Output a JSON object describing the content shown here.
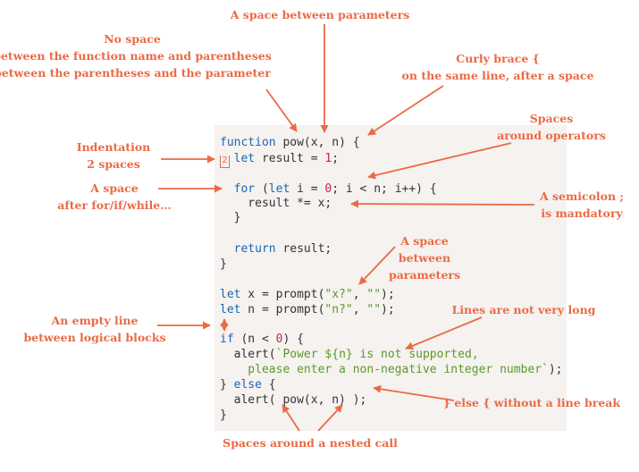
{
  "annotations": {
    "space_between_parameters_top": "A space between parameters",
    "no_space": [
      "No space",
      "between the function name and parentheses",
      "between the parentheses and the parameter"
    ],
    "curly_brace": [
      "Curly brace {",
      "on the same line, after a space"
    ],
    "spaces_around_operators": [
      "Spaces",
      "around operators"
    ],
    "indentation": [
      "Indentation",
      "2 spaces"
    ],
    "space_after_for": [
      "A space",
      "after for/if/while…"
    ],
    "semicolon": [
      "A semicolon ;",
      "is mandatory"
    ],
    "space_between_parameters_mid": [
      "A space",
      "between",
      "parameters"
    ],
    "lines_not_long": "Lines are not very long",
    "empty_line": [
      "An empty line",
      "between logical blocks"
    ],
    "else_no_break": "} else { without a line break",
    "spaces_nested_call": "Spaces around a nested call"
  },
  "indent_marker": "2",
  "code": {
    "l1": [
      "function",
      " pow(x, n) {"
    ],
    "l2": [
      "  ",
      "let",
      " result = ",
      "1",
      ";"
    ],
    "l3": [
      "  ",
      "for",
      " (",
      "let",
      " i = ",
      "0",
      "; i < n; i++) {"
    ],
    "l4": "    result *= x;",
    "l5": "  }",
    "l6": [
      "  ",
      "return",
      " result;"
    ],
    "l7": "}",
    "l8": [
      "let",
      " x = prompt(",
      "\"x?\"",
      ", ",
      "\"\"",
      ");"
    ],
    "l9": [
      "let",
      " n = prompt(",
      "\"n?\"",
      ", ",
      "\"\"",
      ");"
    ],
    "l10": [
      "if",
      " (n < ",
      "0",
      ") {"
    ],
    "l11": [
      "  alert(",
      "`Power ${n} is not supported,"
    ],
    "l12": [
      "    please enter a non-negative integer number`",
      ");"
    ],
    "l13": [
      "} ",
      "else",
      " {"
    ],
    "l14": "  alert( pow(x, n) );",
    "l15": "}"
  },
  "colors": {
    "accent": "#ea6a46",
    "keyword": "#1a66b3",
    "number": "#cc2255",
    "string": "#5a9a28",
    "code_background": "#f5f2f0"
  }
}
